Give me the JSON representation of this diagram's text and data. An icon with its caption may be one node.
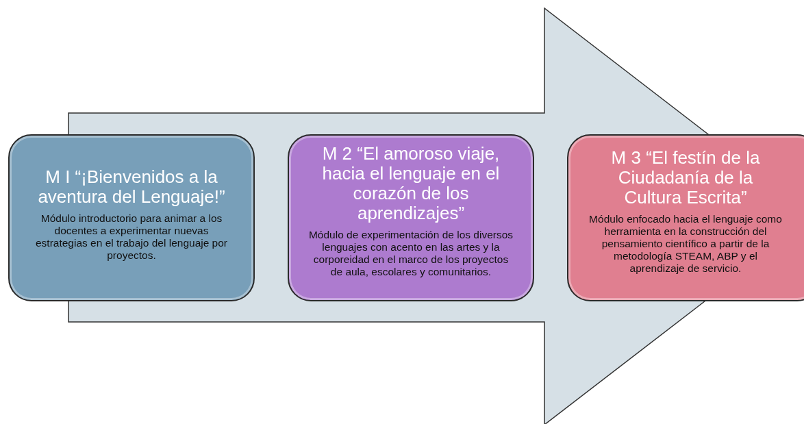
{
  "diagram": {
    "nodes": [
      {
        "text": [
          "M I “¡Bienvenidos a la aventura del Lenguaje!”",
          "Módulo introductorio para animar a los docentes a experimentar nuevas estrategias en el trabajo del lenguaje por proyectos."
        ]
      },
      {
        "text": [
          "M 2 “El amoroso viaje, hacia el lenguaje en el corazón de los aprendizajes”",
          "Módulo de experimentación de los diversos lenguajes con acento en las artes y la corporeidad en el marco de los proyectos de aula, escolares y comunitarios."
        ]
      },
      {
        "text": [
          "M 3 “El festín de la Ciudadanía de la Cultura Escrita”",
          "Módulo enfocado hacia el lenguaje como herramienta en la construcción del pensamiento científico a partir de la metodología STEAM, ABP y el aprendizaje de servicio."
        ]
      }
    ],
    "edges": [
      {
        "from": 0,
        "to": 2,
        "arrow": "to"
      }
    ]
  }
}
